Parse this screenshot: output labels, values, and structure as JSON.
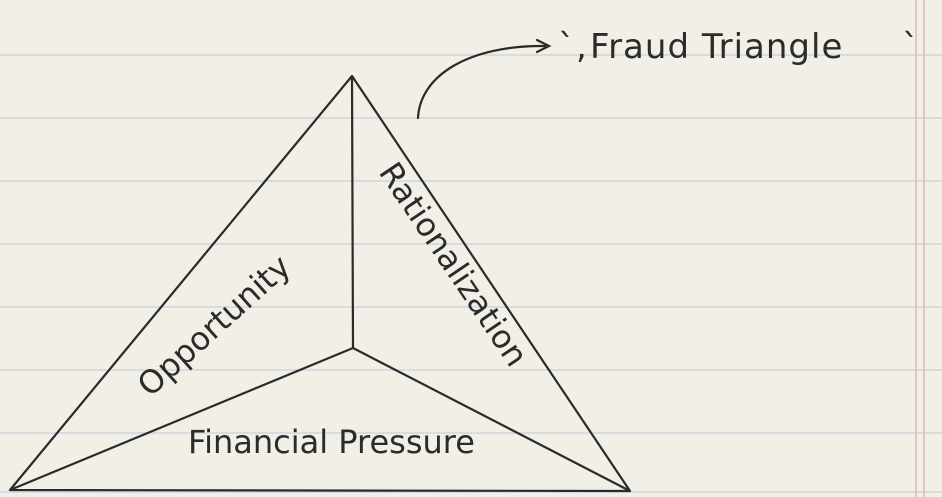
{
  "title": "Fraud Triangle",
  "title_marks": {
    "before": "`,",
    "after": "`"
  },
  "sections": {
    "left": "Opportunity",
    "right": "Rationalization",
    "bottom": "Financial Pressure"
  },
  "colors": {
    "paper": "#f2efe6",
    "rule_line": "#cdd6dd",
    "margin_line": "#e2b8b8",
    "ink": "#2b2b2b"
  }
}
